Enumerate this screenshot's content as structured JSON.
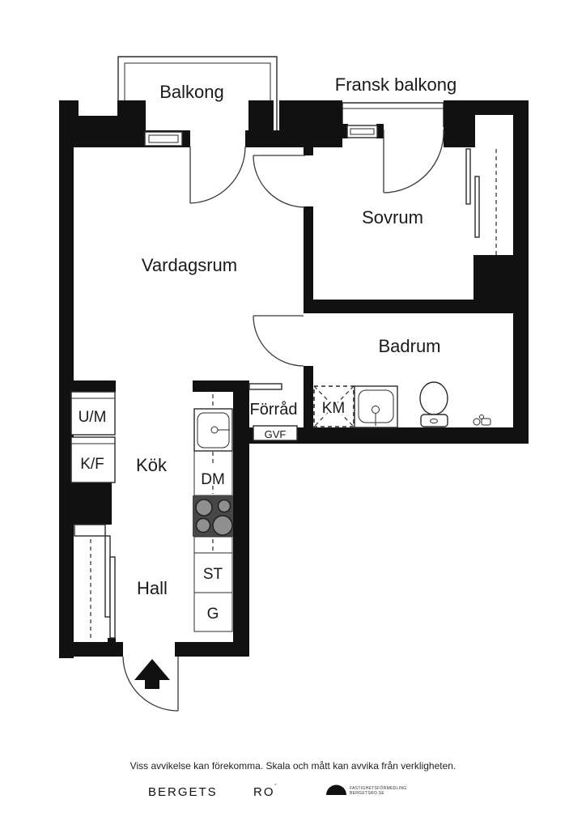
{
  "canvas": {
    "background": "#ffffff",
    "wall_color": "#111111",
    "stove_color": "#474747",
    "burner_color": "#8f8f8f",
    "burner_ring": "#222222"
  },
  "plan": {
    "rooms": {
      "balkong": "Balkong",
      "fransk_balkong": "Fransk balkong",
      "vardagsrum": "Vardagsrum",
      "sovrum": "Sovrum",
      "badrum": "Badrum",
      "forrad": "Förråd",
      "kok": "Kök",
      "hall": "Hall"
    },
    "appliances": {
      "um": "U/M",
      "kf": "K/F",
      "dm": "DM",
      "st": "ST",
      "g": "G",
      "km": "KM",
      "gvf": "GVF"
    },
    "icons": [
      "entrance-arrow-icon",
      "kitchen-sink-icon",
      "bathroom-sink-icon",
      "toilet-icon",
      "shower-mixer-icon",
      "stove-icon",
      "window-icon",
      "door-swing-icon",
      "wardrobe-sliding-icon",
      "washing-machine-icon"
    ]
  },
  "footer": {
    "disclaimer": "Viss avvikelse kan förekomma. Skala och mått kan avvika från verkligheten.",
    "brand_word_1": "BERGETS",
    "brand_word_2": "RO",
    "brand_mark": "˝",
    "brand_line_1": "FASTIGHETSFÖRMEDLING",
    "brand_line_2": "BERGETSRO.SE"
  }
}
